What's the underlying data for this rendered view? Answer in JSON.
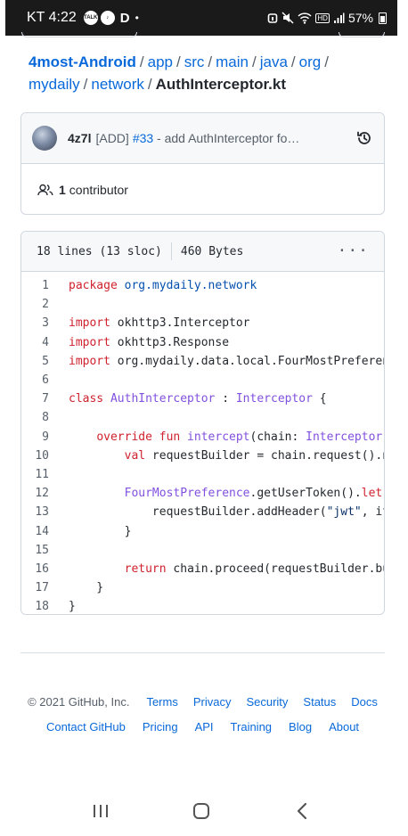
{
  "status_bar": {
    "time": "KT 4:22",
    "left_icons": [
      "talk-icon",
      "sound-icon",
      "d-app-icon"
    ],
    "dlogo": "D",
    "dot": "•",
    "hd": "HD",
    "battery": "57%"
  },
  "breadcrumb": {
    "repo": "4most-Android",
    "parts": [
      "app",
      "src",
      "main",
      "java",
      "org",
      "mydaily",
      "network"
    ],
    "file": "AuthInterceptor.kt"
  },
  "commit": {
    "author": "4z7l",
    "tag": "[ADD]",
    "pr": "#33",
    "message": " - add AuthInterceptor fo…",
    "contributors_count": "1",
    "contributors_label": "contributor"
  },
  "file_info": {
    "lines": "18 lines (13 sloc)",
    "size": "460 Bytes",
    "more": "···"
  },
  "code": {
    "line_numbers": [
      "1",
      "2",
      "3",
      "4",
      "5",
      "6",
      "7",
      "8",
      "9",
      "10",
      "11",
      "12",
      "13",
      "14",
      "15",
      "16",
      "17",
      "18"
    ],
    "l1": {
      "kw": "package",
      "rest": " org.mydaily.network"
    },
    "l3": {
      "kw": "import",
      "rest": " okhttp3.Interceptor"
    },
    "l4": {
      "kw": "import",
      "rest": " okhttp3.Response"
    },
    "l5": {
      "kw": "import",
      "rest": " org.mydaily.data.local.FourMostPreferen"
    },
    "l7": {
      "kw": "class",
      "name": " AuthInterceptor",
      "colon": " : ",
      "type": "Interceptor",
      "rest": " {"
    },
    "l9": {
      "indent": "    ",
      "kw": "override fun",
      "fn": " intercept",
      "p1": "(chain: ",
      "type": "Interceptor",
      "rest": "."
    },
    "l10": {
      "indent": "        ",
      "kw": "val",
      "rest": " requestBuilder = chain.request().n"
    },
    "l12": {
      "indent": "        ",
      "type": "FourMostPreference",
      "rest": ".getUserToken().",
      "kw": "let"
    },
    "l13": {
      "indent": "            ",
      "p1": "requestBuilder.addHeader(",
      "str": "\"jwt\"",
      "rest": ", it"
    },
    "l14": {
      "text": "        }"
    },
    "l16": {
      "indent": "        ",
      "kw": "return",
      "rest": " chain.proceed(requestBuilder.bu"
    },
    "l17": {
      "text": "    }"
    },
    "l18": {
      "text": "}"
    }
  },
  "footer": {
    "copyright": "© 2021 GitHub, Inc.",
    "row1": [
      "Terms",
      "Privacy",
      "Security",
      "Status",
      "Docs"
    ],
    "row2": [
      "Contact GitHub",
      "Pricing",
      "API",
      "Training",
      "Blog",
      "About"
    ]
  },
  "nav": [
    "recent-apps-icon",
    "home-icon",
    "back-icon"
  ]
}
